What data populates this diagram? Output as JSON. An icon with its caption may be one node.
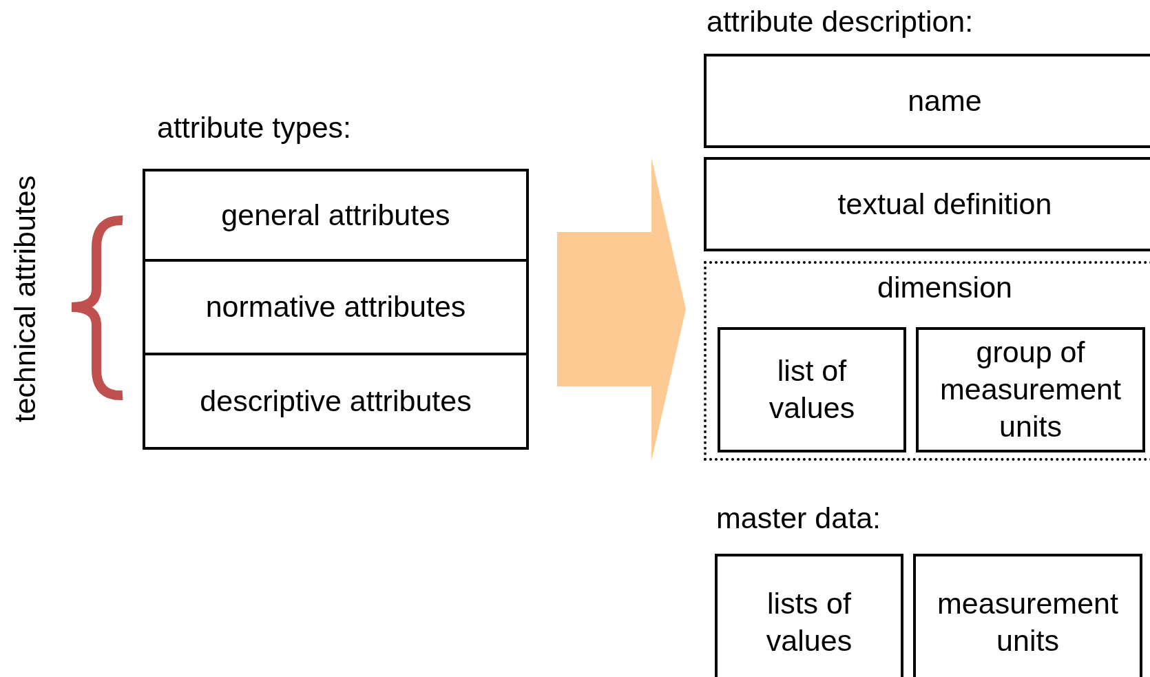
{
  "diagram": {
    "nodes": [
      {
        "text": [
          "attribute types:"
        ]
      },
      {
        "text": [
          "general attributes"
        ],
        "in": 0
      },
      {
        "text": [
          "normative attributes"
        ],
        "in": 0
      },
      {
        "text": [
          "descriptive attributes"
        ],
        "in": 0
      },
      {
        "text": [
          "attribute description:"
        ]
      },
      {
        "text": [
          "name"
        ],
        "in": 4
      },
      {
        "text": [
          "textual definition"
        ],
        "in": 4
      },
      {
        "text": [
          "dimension"
        ],
        "in": 4
      },
      {
        "text": [
          "list of values"
        ],
        "in": 7
      },
      {
        "text": [
          "group of measurement units"
        ],
        "in": 7
      },
      {
        "text": [
          "lists of values"
        ]
      },
      {
        "text": [
          "measurement units"
        ]
      }
    ],
    "edges": [
      {
        "from": 0,
        "to": 4,
        "arrow": "to",
        "style": "thick",
        "color": "#fdca93"
      }
    ],
    "labels": [
      "technical attributes",
      "master data:"
    ]
  }
}
